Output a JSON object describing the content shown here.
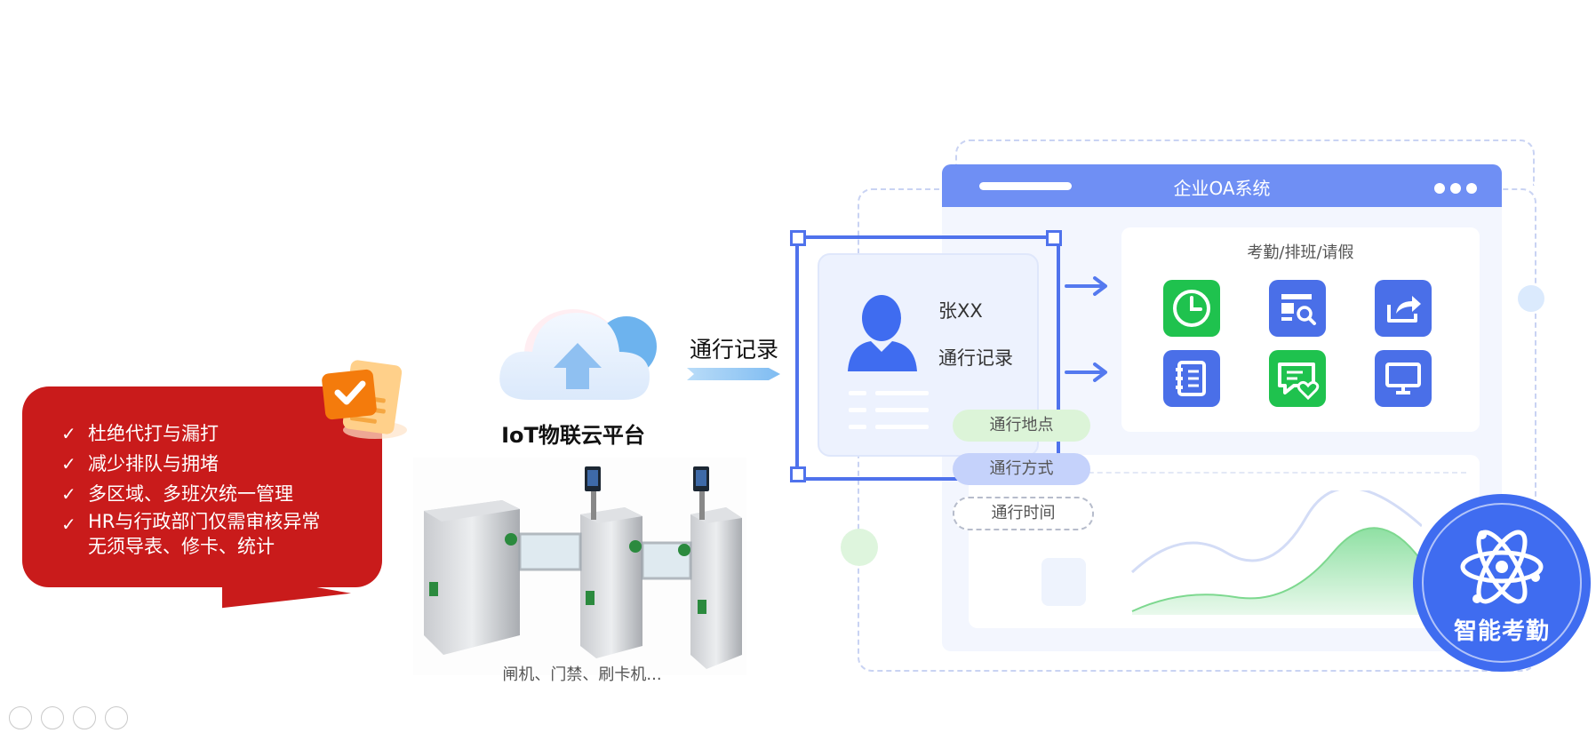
{
  "callout": {
    "bullets": [
      {
        "text": "杜绝代打与漏打"
      },
      {
        "text": "减少排队与拥堵"
      },
      {
        "text": "多区域、多班次统一管理"
      },
      {
        "text": "HR与行政部门仅需审核异常",
        "text2": "无须导表、修卡、统计"
      }
    ],
    "check_glyph": "✓",
    "color": "#c91b1b"
  },
  "iot": {
    "label": "IoT物联云平台",
    "devices_caption": "闸机、门禁、刷卡机..."
  },
  "flow": {
    "label": "通行记录"
  },
  "oa": {
    "title": "企业OA系统",
    "app_panel_title": "考勤/排班/请假",
    "apps": [
      {
        "name": "clock-icon",
        "color": "#1fc24e"
      },
      {
        "name": "form-search-icon",
        "color": "#4a6fe8"
      },
      {
        "name": "share-icon",
        "color": "#4a6fe8"
      },
      {
        "name": "notebook-icon",
        "color": "#4a6fe8"
      },
      {
        "name": "chat-heart-icon",
        "color": "#1fc24e"
      },
      {
        "name": "monitor-icon",
        "color": "#4a6fe8"
      }
    ],
    "accent": "#4f72ec"
  },
  "profile": {
    "name": "张XX",
    "record": "通行记录",
    "tags": [
      "通行地点",
      "通行方式",
      "通行时间"
    ]
  },
  "badge": {
    "label": "智能考勤",
    "color": "#3f6cf0"
  }
}
